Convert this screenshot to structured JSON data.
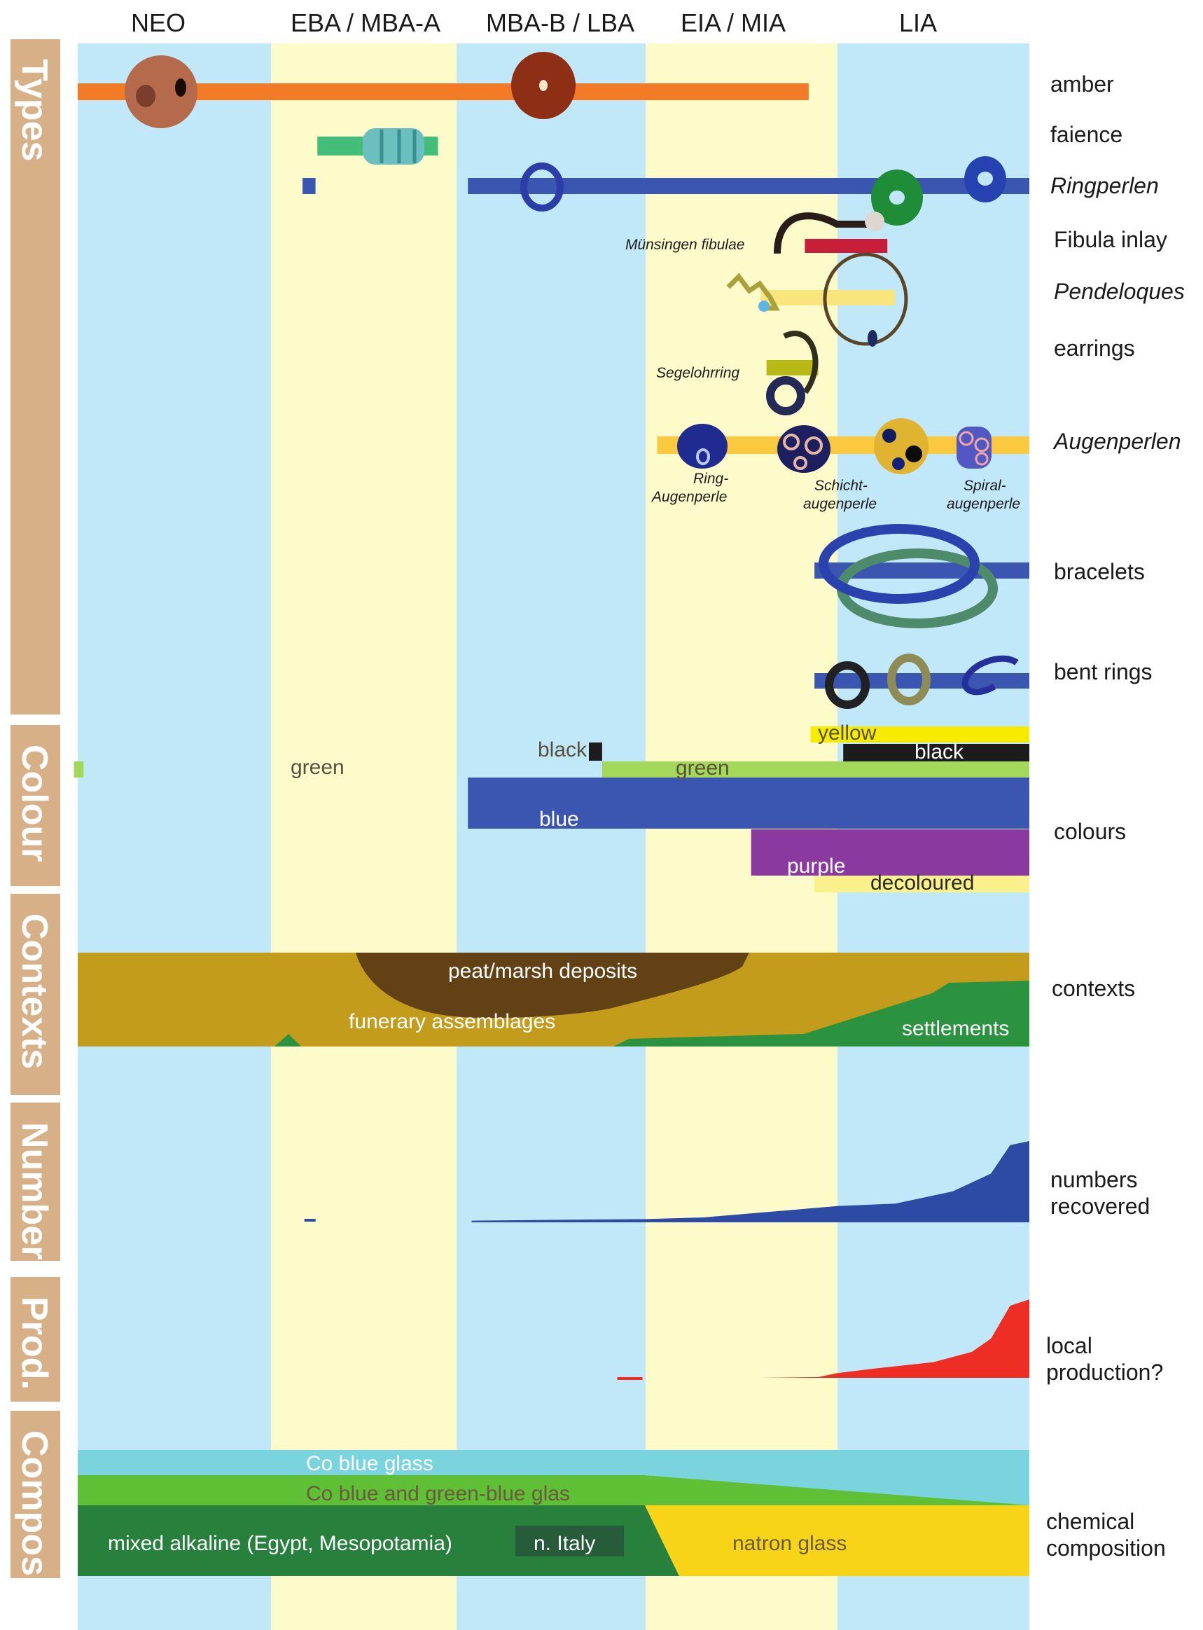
{
  "periods": [
    {
      "label": "NEO",
      "fill": "#c0e8f8"
    },
    {
      "label": "EBA / MBA-A",
      "fill": "#fefbcb"
    },
    {
      "label": "MBA-B / LBA",
      "fill": "#c0e8f8"
    },
    {
      "label": "EIA / MIA",
      "fill": "#fefbcb"
    },
    {
      "label": "LIA",
      "fill": "#c0e8f8"
    }
  ],
  "side_sections": [
    {
      "label": "Types"
    },
    {
      "label": "Colour"
    },
    {
      "label": "Contexts"
    },
    {
      "label": "Number"
    },
    {
      "label": "Prod."
    },
    {
      "label": "Compos."
    }
  ],
  "side_color": "#d8b088",
  "row_labels": [
    {
      "text": "amber",
      "italic": false
    },
    {
      "text": "faience",
      "italic": false
    },
    {
      "text": "Ringperlen",
      "italic": true
    },
    {
      "text": "Fibula inlay",
      "italic": false
    },
    {
      "text": "Pendeloques",
      "italic": true
    },
    {
      "text": "earrings",
      "italic": false
    },
    {
      "text": "Augenperlen",
      "italic": true
    },
    {
      "text": "bracelets",
      "italic": false
    },
    {
      "text": "bent rings",
      "italic": false
    },
    {
      "text": "colours",
      "italic": false
    },
    {
      "text": "contexts",
      "italic": false
    },
    {
      "text": "numbers",
      "italic": false
    },
    {
      "text": "recovered",
      "italic": false
    },
    {
      "text": "local",
      "italic": false
    },
    {
      "text": "production?",
      "italic": false
    },
    {
      "text": "chemical",
      "italic": false
    },
    {
      "text": "composition",
      "italic": false
    }
  ],
  "type_bars": [
    {
      "name": "amber",
      "start": 0.0,
      "end": 3.85,
      "color": "#f47b25"
    },
    {
      "name": "faience",
      "start": 1.25,
      "end": 1.9,
      "color": "#43be78"
    },
    {
      "name": "ringperlen-early",
      "start": 1.17,
      "end": 1.24,
      "color": "#3a56b0"
    },
    {
      "name": "ringperlen",
      "start": 2.06,
      "end": 5.0,
      "color": "#3a56b0"
    },
    {
      "name": "fibula-inlay",
      "start": 3.83,
      "end": 4.26,
      "color": "#c81e37"
    },
    {
      "name": "pendeloques",
      "start": 3.6,
      "end": 4.3,
      "color": "#f8e67c"
    },
    {
      "name": "earrings",
      "start": 3.63,
      "end": 3.9,
      "color": "#b7b919"
    },
    {
      "name": "augenperlen",
      "start": 3.06,
      "end": 5.0,
      "color": "#fbc93f"
    },
    {
      "name": "bracelets",
      "start": 3.88,
      "end": 5.0,
      "color": "#3a56b0"
    },
    {
      "name": "bent-rings",
      "start": 3.88,
      "end": 5.0,
      "color": "#3a56b0"
    }
  ],
  "artifact_captions": [
    {
      "text": "Münsingen fibulae"
    },
    {
      "text": "Segelohrring"
    },
    {
      "text": "Ring-"
    },
    {
      "text": "Augenperle"
    },
    {
      "text": "Schicht-"
    },
    {
      "text": "augenperle"
    },
    {
      "text": "Spiral-"
    },
    {
      "text": "augenperle"
    }
  ],
  "colour_bars": [
    {
      "label": "green",
      "start": -0.02,
      "end": 0.03,
      "color": "#a4d85a",
      "text_color": "#5a5040",
      "label_outside": true
    },
    {
      "label": "black",
      "start": 2.7,
      "end": 2.77,
      "color": "#1c1c1c",
      "text_color": "#5a5040",
      "label_outside": true
    },
    {
      "label": "yellow",
      "start": 3.86,
      "end": 5.0,
      "color": "#f6ec02",
      "text_color": "#5a5040"
    },
    {
      "label": "black",
      "start": 4.03,
      "end": 5.0,
      "color": "#1c1c1c",
      "text_color": "#ffffff"
    },
    {
      "label": "green",
      "start": 2.77,
      "end": 5.0,
      "color": "#a4d85a",
      "text_color": "#5a5040"
    },
    {
      "label": "blue",
      "start": 2.06,
      "end": 5.0,
      "color": "#3a56b0",
      "text_color": "#ffffff"
    },
    {
      "label": "purple",
      "start": 3.55,
      "end": 5.0,
      "color": "#8a3a9e",
      "text_color": "#ffffff"
    },
    {
      "label": "decoloured",
      "start": 3.88,
      "end": 5.0,
      "color": "#faf08c",
      "text_color": "#2a2a2a"
    }
  ],
  "contexts": {
    "funerary": {
      "label": "funerary assemblages",
      "color": "#c49c1c"
    },
    "peat": {
      "label": "peat/marsh deposits",
      "color": "#624115",
      "range": [
        1.47,
        3.55
      ]
    },
    "settlements": {
      "label": "settlements",
      "color": "#2b9340"
    }
  },
  "numbers_recovered": {
    "color": "#2d4aa5",
    "x": [
      2.08,
      2.5,
      3.0,
      3.3,
      3.7,
      4.0,
      4.3,
      4.6,
      4.8,
      4.9,
      5.0
    ],
    "y": [
      0.02,
      0.03,
      0.04,
      0.06,
      0.14,
      0.2,
      0.23,
      0.38,
      0.6,
      0.95,
      1.0
    ],
    "isolated_mark": 1.18
  },
  "local_production": {
    "color": "#ee2e24",
    "x": [
      3.6,
      3.9,
      4.0,
      4.2,
      4.5,
      4.7,
      4.8,
      4.9,
      5.0
    ],
    "y": [
      0.0,
      0.01,
      0.06,
      0.12,
      0.2,
      0.33,
      0.5,
      0.92,
      1.0
    ],
    "isolated_mark": 2.85
  },
  "composition": {
    "co_blue": {
      "label": "Co blue glass",
      "color": "#7ad4dd"
    },
    "co_green": {
      "label": "Co blue and green-blue glas",
      "color": "#5fbf35"
    },
    "mixed_alkaline": {
      "label": "mixed alkaline (Egypt, Mesopotamia)",
      "color": "#27803b"
    },
    "n_italy": {
      "label": "n. Italy",
      "color": "#265c39"
    },
    "natron": {
      "label": "natron glass",
      "color": "#f8d418"
    }
  }
}
